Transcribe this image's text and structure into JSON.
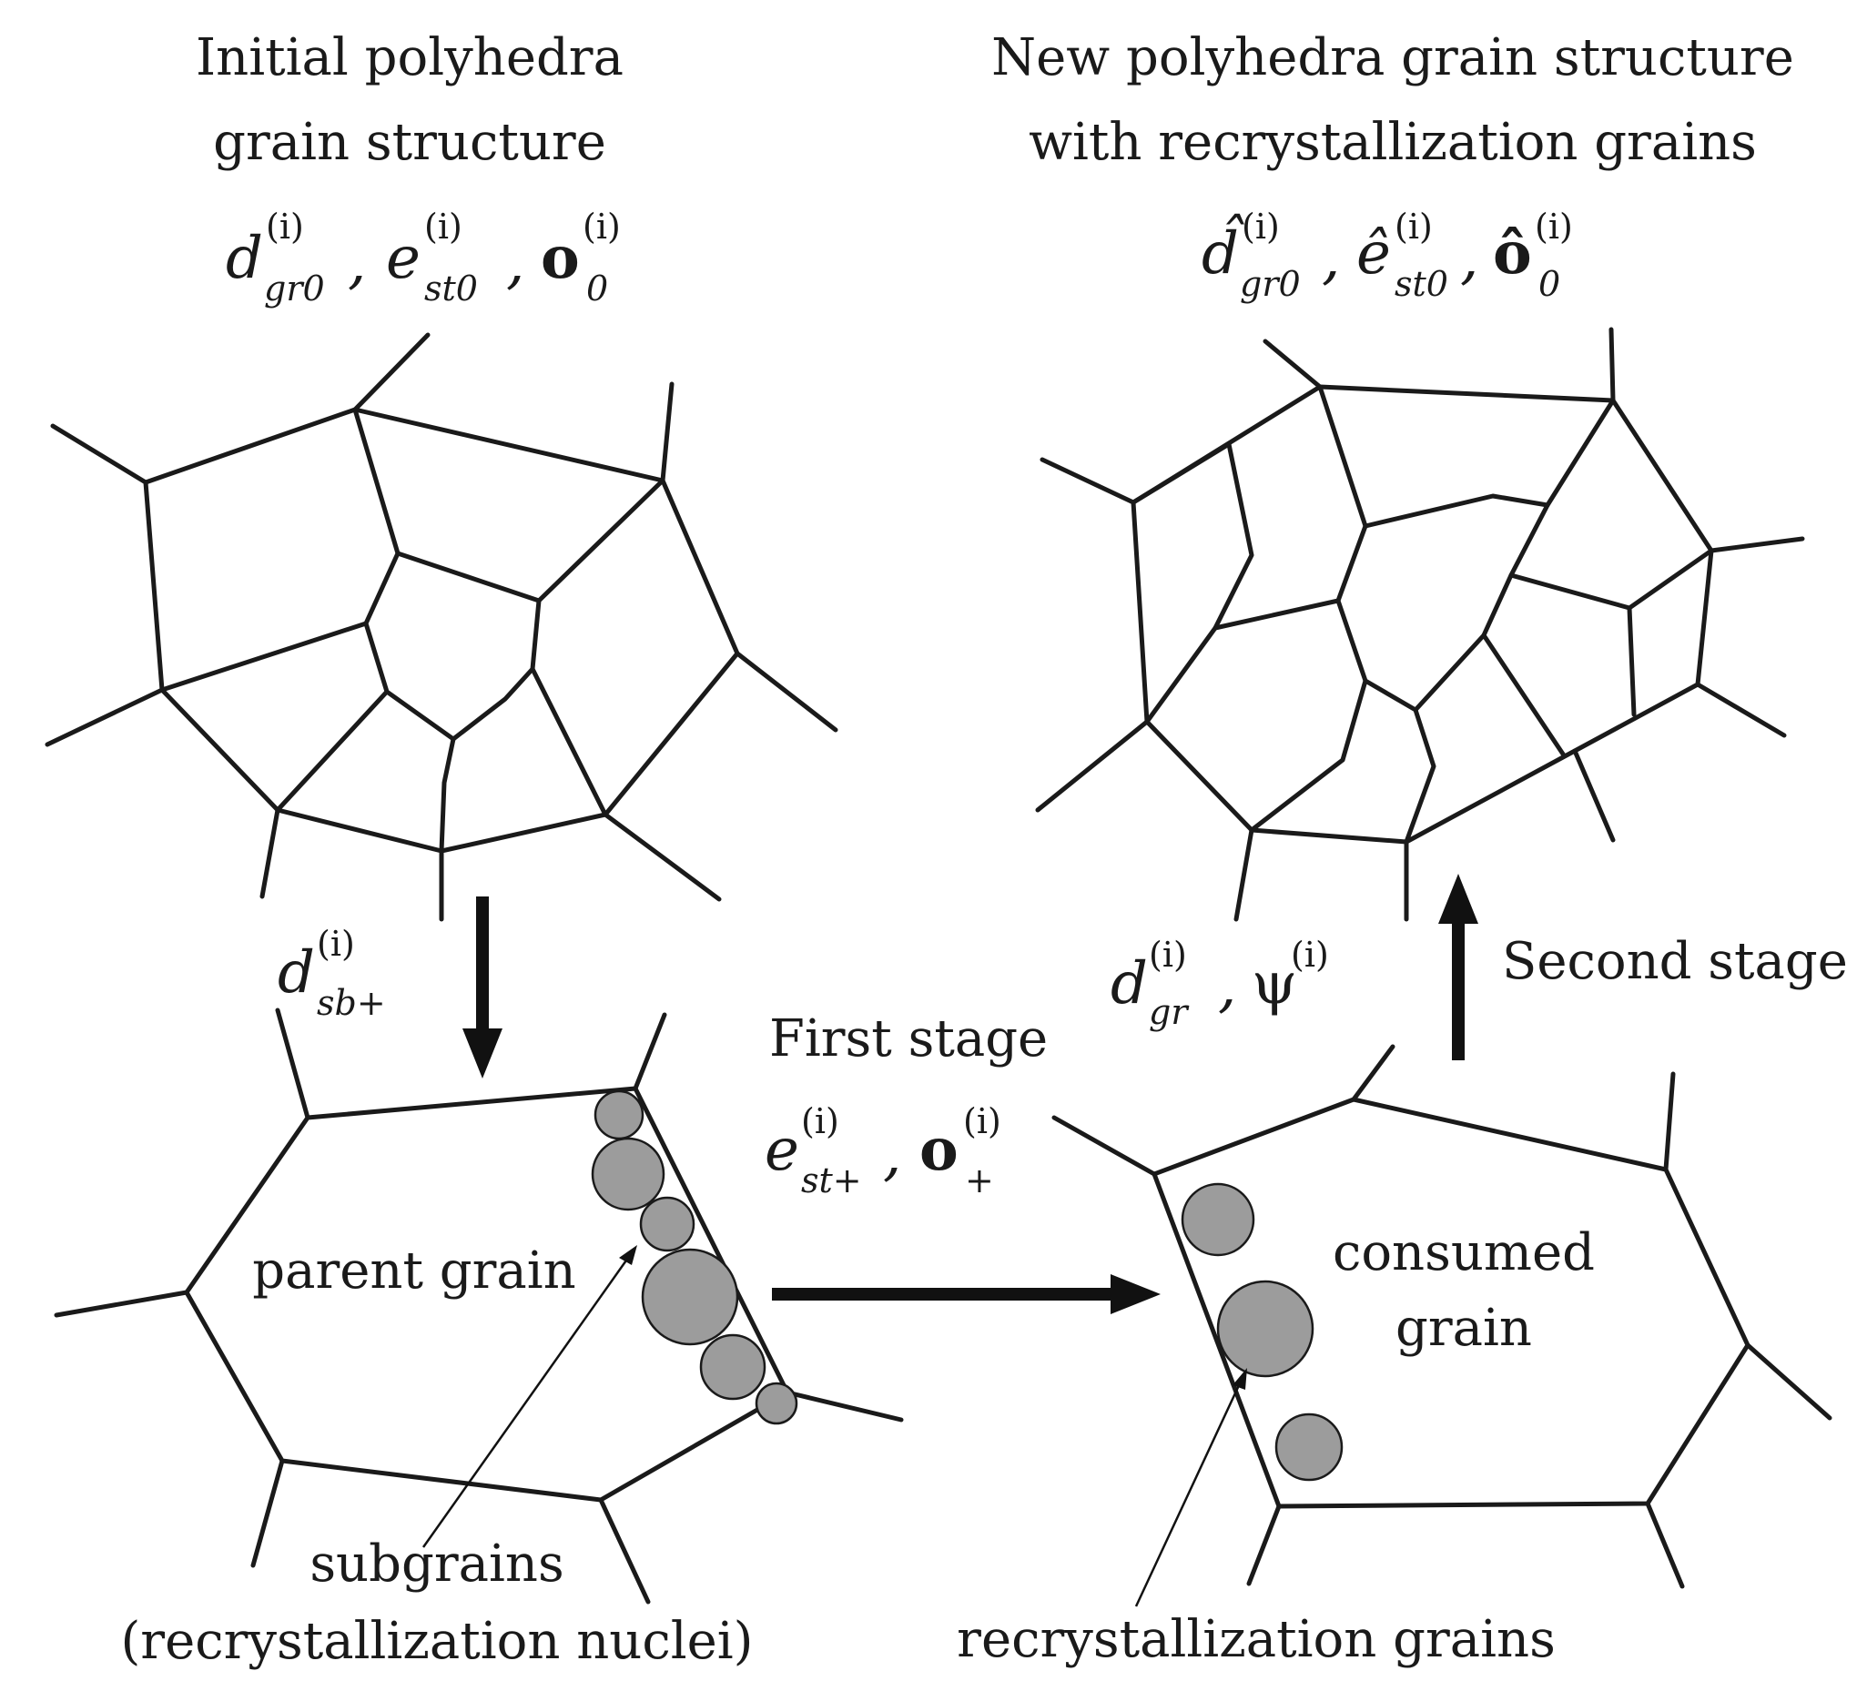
{
  "top_left": {
    "title_line1": "Initial polyhedra",
    "title_line2": "grain structure",
    "vars": [
      {
        "sym": "d",
        "sup": "(i)",
        "sub": "gr0"
      },
      {
        "sym": "e",
        "sup": "(i)",
        "sub": "st0"
      },
      {
        "sym": "o",
        "sup": "(i)",
        "sub": "0"
      }
    ]
  },
  "top_right": {
    "title_line1": "New polyhedra grain structure",
    "title_line2": "with recrystallization grains",
    "vars": [
      {
        "sym": "d̂",
        "sup": "(i)",
        "sub": "gr0"
      },
      {
        "sym": "ê",
        "sup": "(i)",
        "sub": "st0"
      },
      {
        "sym": "ô",
        "sup": "(i)",
        "sub": "0"
      }
    ]
  },
  "down_arrow_var": {
    "sym": "d",
    "sup": "(i)",
    "sub": "sb+"
  },
  "first_stage": {
    "label": "First stage",
    "vars": [
      {
        "sym": "e",
        "sup": "(i)",
        "sub": "st+"
      },
      {
        "sym": "o",
        "sup": "(i)",
        "sub": "+"
      }
    ]
  },
  "second_stage": {
    "label": "Second stage",
    "vars": [
      {
        "sym": "d",
        "sup": "(i)",
        "sub": "gr"
      },
      {
        "sym": "ψ",
        "sup": "(i)",
        "sub": ""
      }
    ]
  },
  "bottom_left": {
    "grain_label": "parent grain",
    "caption_line1": "subgrains",
    "caption_line2": "(recrystallization nuclei)"
  },
  "bottom_right": {
    "grain_label_line1": "consumed",
    "grain_label_line2": "grain",
    "caption": "recrystallization grains"
  },
  "separator": ","
}
